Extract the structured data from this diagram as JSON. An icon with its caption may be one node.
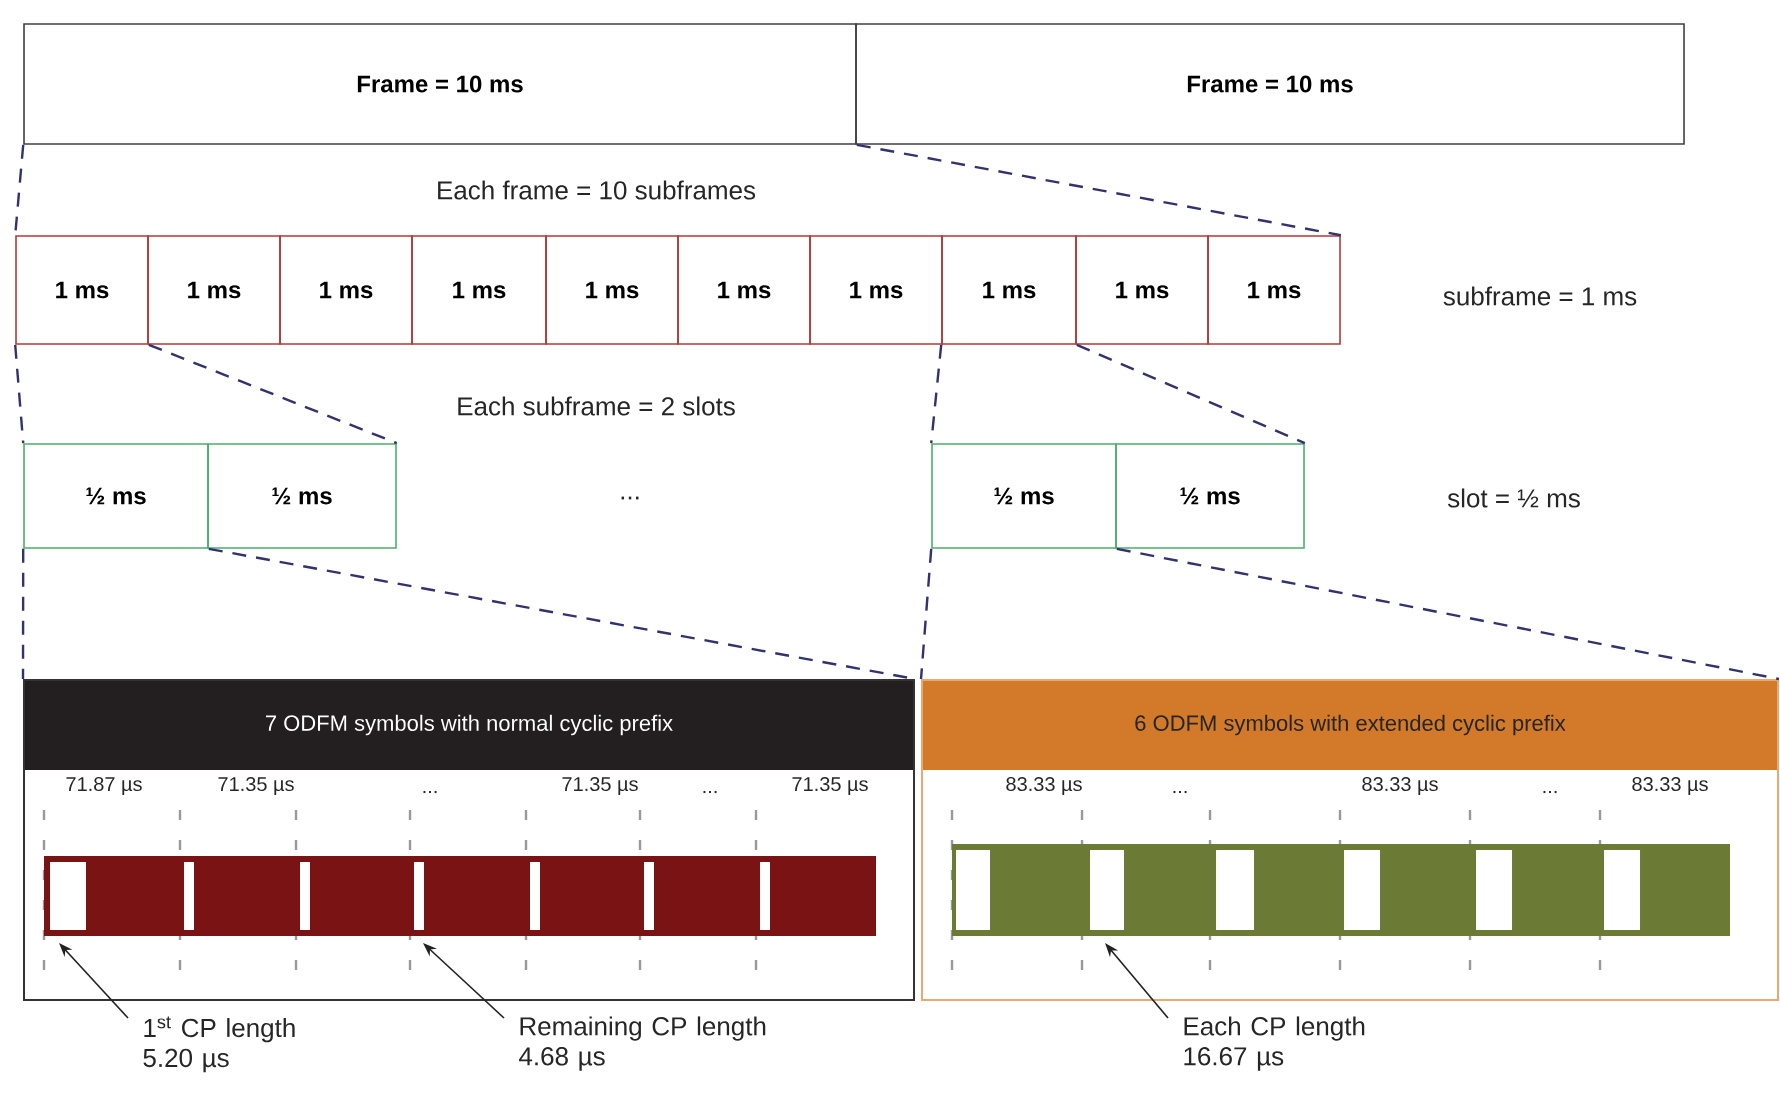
{
  "diagram": {
    "nodes": [
      {
        "text": [
          "Frame = 10 ms"
        ]
      },
      {
        "text": [
          "Frame = 10 ms"
        ]
      },
      {
        "text": [
          "1 ms"
        ]
      },
      {
        "text": [
          "1 ms"
        ]
      },
      {
        "text": [
          "1 ms"
        ]
      },
      {
        "text": [
          "1 ms"
        ]
      },
      {
        "text": [
          "1 ms"
        ]
      },
      {
        "text": [
          "1 ms"
        ]
      },
      {
        "text": [
          "1 ms"
        ]
      },
      {
        "text": [
          "1 ms"
        ]
      },
      {
        "text": [
          "1 ms"
        ]
      },
      {
        "text": [
          "1 ms"
        ]
      },
      {
        "text": [
          "½ ms"
        ]
      },
      {
        "text": [
          "½ ms"
        ]
      },
      {
        "text": [
          "½ ms"
        ]
      },
      {
        "text": [
          "½ ms"
        ]
      },
      {
        "text": [
          "7 ODFM symbols with normal cyclic prefix"
        ]
      },
      {
        "text": [
          "6 ODFM symbols with extended cyclic prefix"
        ]
      },
      {
        "text": [
          "1$^{st}$ CP length 5.20 µs"
        ]
      },
      {
        "text": [
          "Remaining CP length 4.68 µs"
        ]
      },
      {
        "text": [
          "Each CP length 16.67 µs"
        ]
      }
    ],
    "edges": [
      {
        "from": 0,
        "to": 2,
        "arrow": "none",
        "style": "dashed"
      },
      {
        "from": 0,
        "to": 11,
        "arrow": "none",
        "style": "dashed"
      },
      {
        "from": 2,
        "to": 12,
        "arrow": "none",
        "style": "dashed"
      },
      {
        "from": 2,
        "to": 13,
        "arrow": "none",
        "style": "dashed"
      },
      {
        "from": 9,
        "to": 14,
        "arrow": "none",
        "style": "dashed"
      },
      {
        "from": 9,
        "to": 15,
        "arrow": "none",
        "style": "dashed"
      },
      {
        "from": 12,
        "to": 16,
        "arrow": "none",
        "style": "dashed"
      },
      {
        "from": 12,
        "to": 16,
        "arrow": "none",
        "style": "dashed"
      },
      {
        "from": 14,
        "to": 17,
        "arrow": "none",
        "style": "dashed"
      },
      {
        "from": 14,
        "to": 17,
        "arrow": "none",
        "style": "dashed"
      },
      {
        "from": 18,
        "to": 16,
        "arrow": "to",
        "color": "#222222"
      },
      {
        "from": 19,
        "to": 16,
        "arrow": "to",
        "color": "#222222"
      },
      {
        "from": 20,
        "to": 17,
        "arrow": "to",
        "color": "#222222"
      }
    ],
    "labels": [
      "Each frame = 10 subframes",
      "subframe = 1 ms",
      "Each subframe = 2 slots",
      "...",
      "slot = ½ ms",
      "71.87 µs",
      "71.35 µs",
      "...",
      "71.35 µs",
      "...",
      "71.35 µs",
      "83.33 µs",
      "...",
      "83.33 µs",
      "...",
      "83.33 µs"
    ]
  }
}
